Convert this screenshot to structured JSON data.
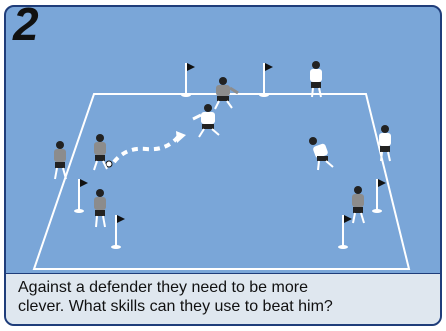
{
  "diagram": {
    "step_number": "2",
    "caption_line_1": "Against a defender they need to be more",
    "caption_line_2": "clever. What skills can they use to beat him?"
  },
  "colors": {
    "pitch": "#7aa6d8",
    "border": "#1f3d7a",
    "caption_bg": "#dfe7ef",
    "lines": "#ffffff",
    "attacker_shirt": "#8c8c8c",
    "defender_shirt": "#ffffff",
    "shorts_dark": "#222222"
  },
  "icons": [
    "corner-flag-icon",
    "football-icon",
    "player-icon",
    "dribble-path-icon"
  ]
}
